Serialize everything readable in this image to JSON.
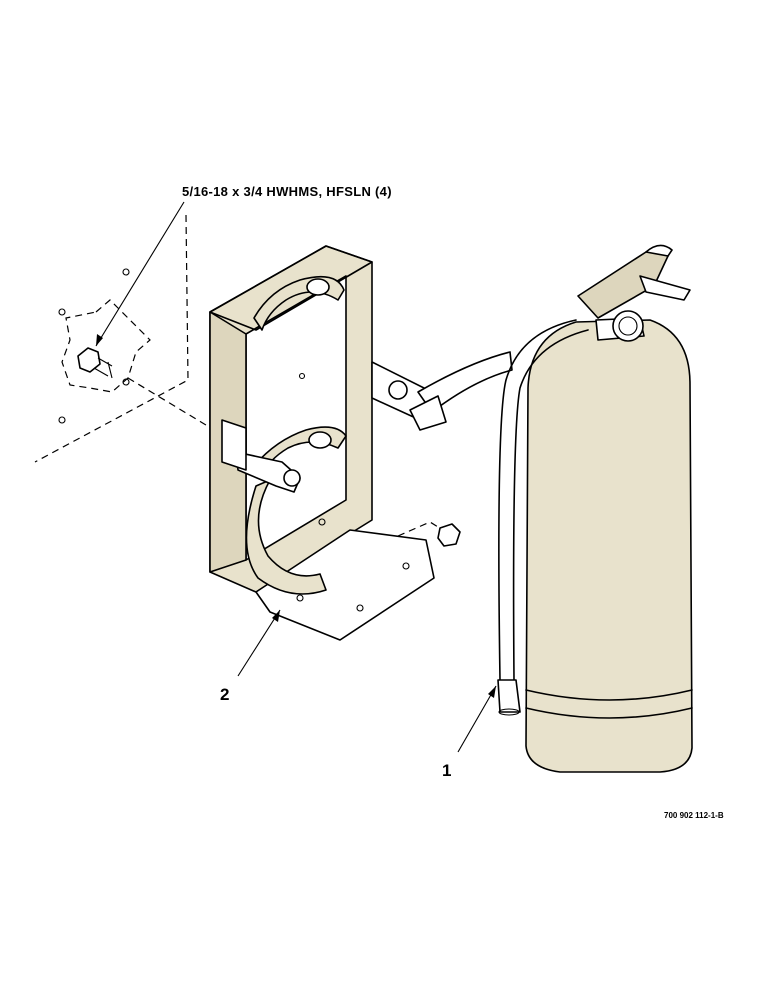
{
  "labels": {
    "hardware": "5/16-18 x 3/4 HWHMS, HFSLN (4)",
    "item_bracket": "2",
    "item_extinguisher": "1",
    "figure_ref": "700 902 112-1-B"
  },
  "colors": {
    "line": "#000000",
    "fill_shade": "#e8e2cc",
    "background": "#ffffff"
  }
}
